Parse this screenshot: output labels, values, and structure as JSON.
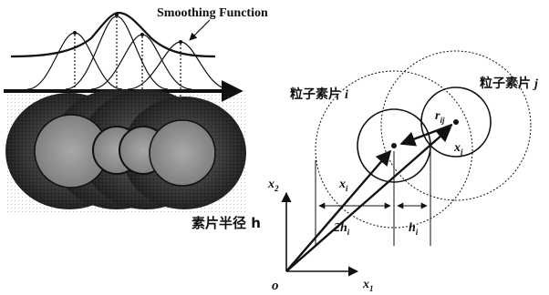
{
  "smoothing": {
    "title": "Smoothing Function"
  },
  "left_panel": {
    "radius_label": "素片半径 h"
  },
  "right_panel": {
    "particle_i": {
      "prefix": "粒子素片",
      "index": "i"
    },
    "particle_j": {
      "prefix": "粒子素片",
      "index": "j"
    },
    "labels": {
      "r": "r",
      "r_sub": "ij",
      "xj": "x",
      "xj_sub": "j",
      "xi": "x",
      "xi_sub": "i",
      "two_h": "2h",
      "two_h_sub": "i",
      "h": "h",
      "h_sub": "i",
      "axis_x1": "x",
      "axis_x1_sub": "1",
      "axis_x2": "x",
      "axis_x2_sub": "2",
      "origin": "o"
    }
  },
  "colors": {
    "ink": "#111111",
    "halo_dark": "#2a2a2a",
    "halo_mid": "#5a5a5a",
    "core_gray": "#8a8a8a"
  }
}
